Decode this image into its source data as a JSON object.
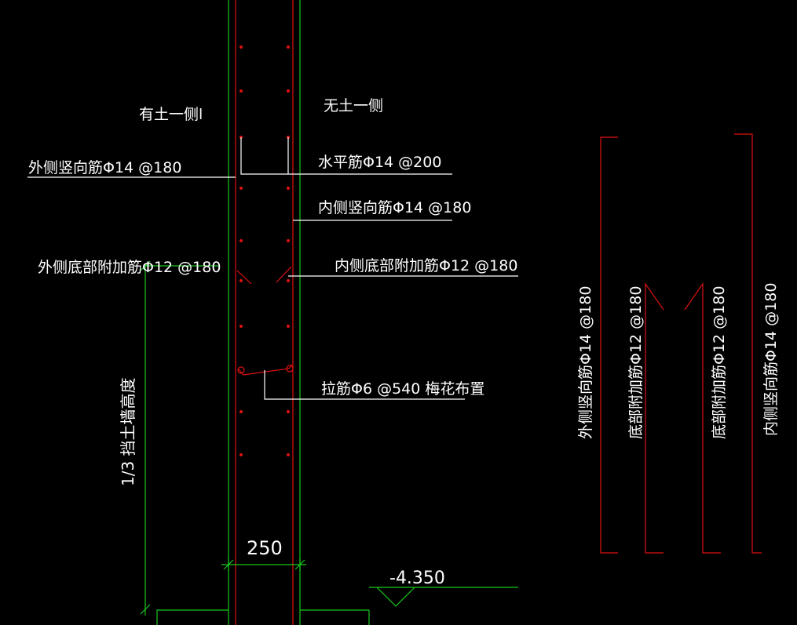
{
  "colors": {
    "background": "#000000",
    "wall": "#19c81e",
    "rebar": "#e01010",
    "leader": "#ffffff",
    "text": "#ffffff"
  },
  "labels": {
    "soil_side": "有土一侧l",
    "no_soil_side": "无土一侧",
    "outer_vertical": "外侧竖向筋Φ14 @180",
    "horizontal": "水平筋Φ14 @200",
    "inner_vertical": "内侧竖向筋Φ14 @180",
    "outer_bottom_extra": "外侧底部附加筋Φ12 @180",
    "inner_bottom_extra": "内侧底部附加筋Φ12 @180",
    "tie_bar": "拉筋Φ6 @540 梅花布置",
    "height_note": "1/3 挡土墙高度",
    "dimension_thickness": "250",
    "elevation": "-4.350"
  },
  "legend_bars": {
    "outer_vertical": "外侧竖向筋Φ14 @180",
    "outer_bottom_extra": "底部附加筋Φ12 @180",
    "inner_bottom_extra": "底部附加筋Φ12 @180",
    "inner_vertical": "内侧竖向筋Φ14 @180"
  }
}
